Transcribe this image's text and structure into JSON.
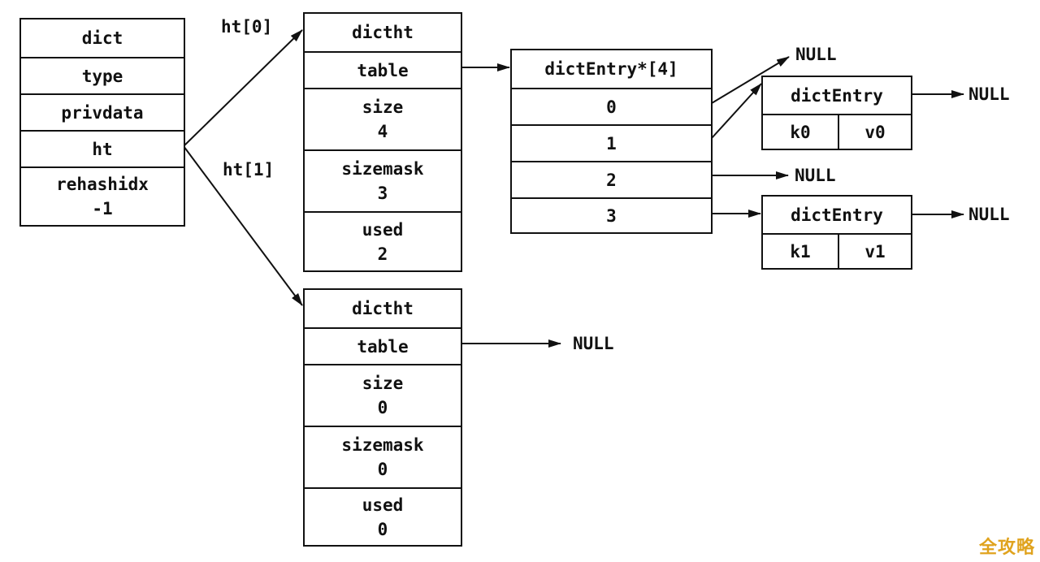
{
  "dict": {
    "rows": [
      "dict",
      "type",
      "privdata",
      "ht"
    ],
    "rehashidx_label": "rehashidx",
    "rehashidx_value": "-1"
  },
  "labels": {
    "ht0": "ht[0]",
    "ht1": "ht[1]"
  },
  "ht0": {
    "title": "dictht",
    "table": "table",
    "size_label": "size",
    "size_value": "4",
    "sizemask_label": "sizemask",
    "sizemask_value": "3",
    "used_label": "used",
    "used_value": "2"
  },
  "ht1": {
    "title": "dictht",
    "table": "table",
    "size_label": "size",
    "size_value": "0",
    "sizemask_label": "sizemask",
    "sizemask_value": "0",
    "used_label": "used",
    "used_value": "0"
  },
  "entry_array": {
    "title": "dictEntry*[4]",
    "slots": [
      "0",
      "1",
      "2",
      "3"
    ]
  },
  "entry0": {
    "title": "dictEntry",
    "key": "k0",
    "value": "v0"
  },
  "entry1": {
    "title": "dictEntry",
    "key": "k1",
    "value": "v1"
  },
  "null_text": "NULL",
  "watermark": "全攻略",
  "colors": {
    "ink": "#111111",
    "watermark": "#e0a31e"
  }
}
